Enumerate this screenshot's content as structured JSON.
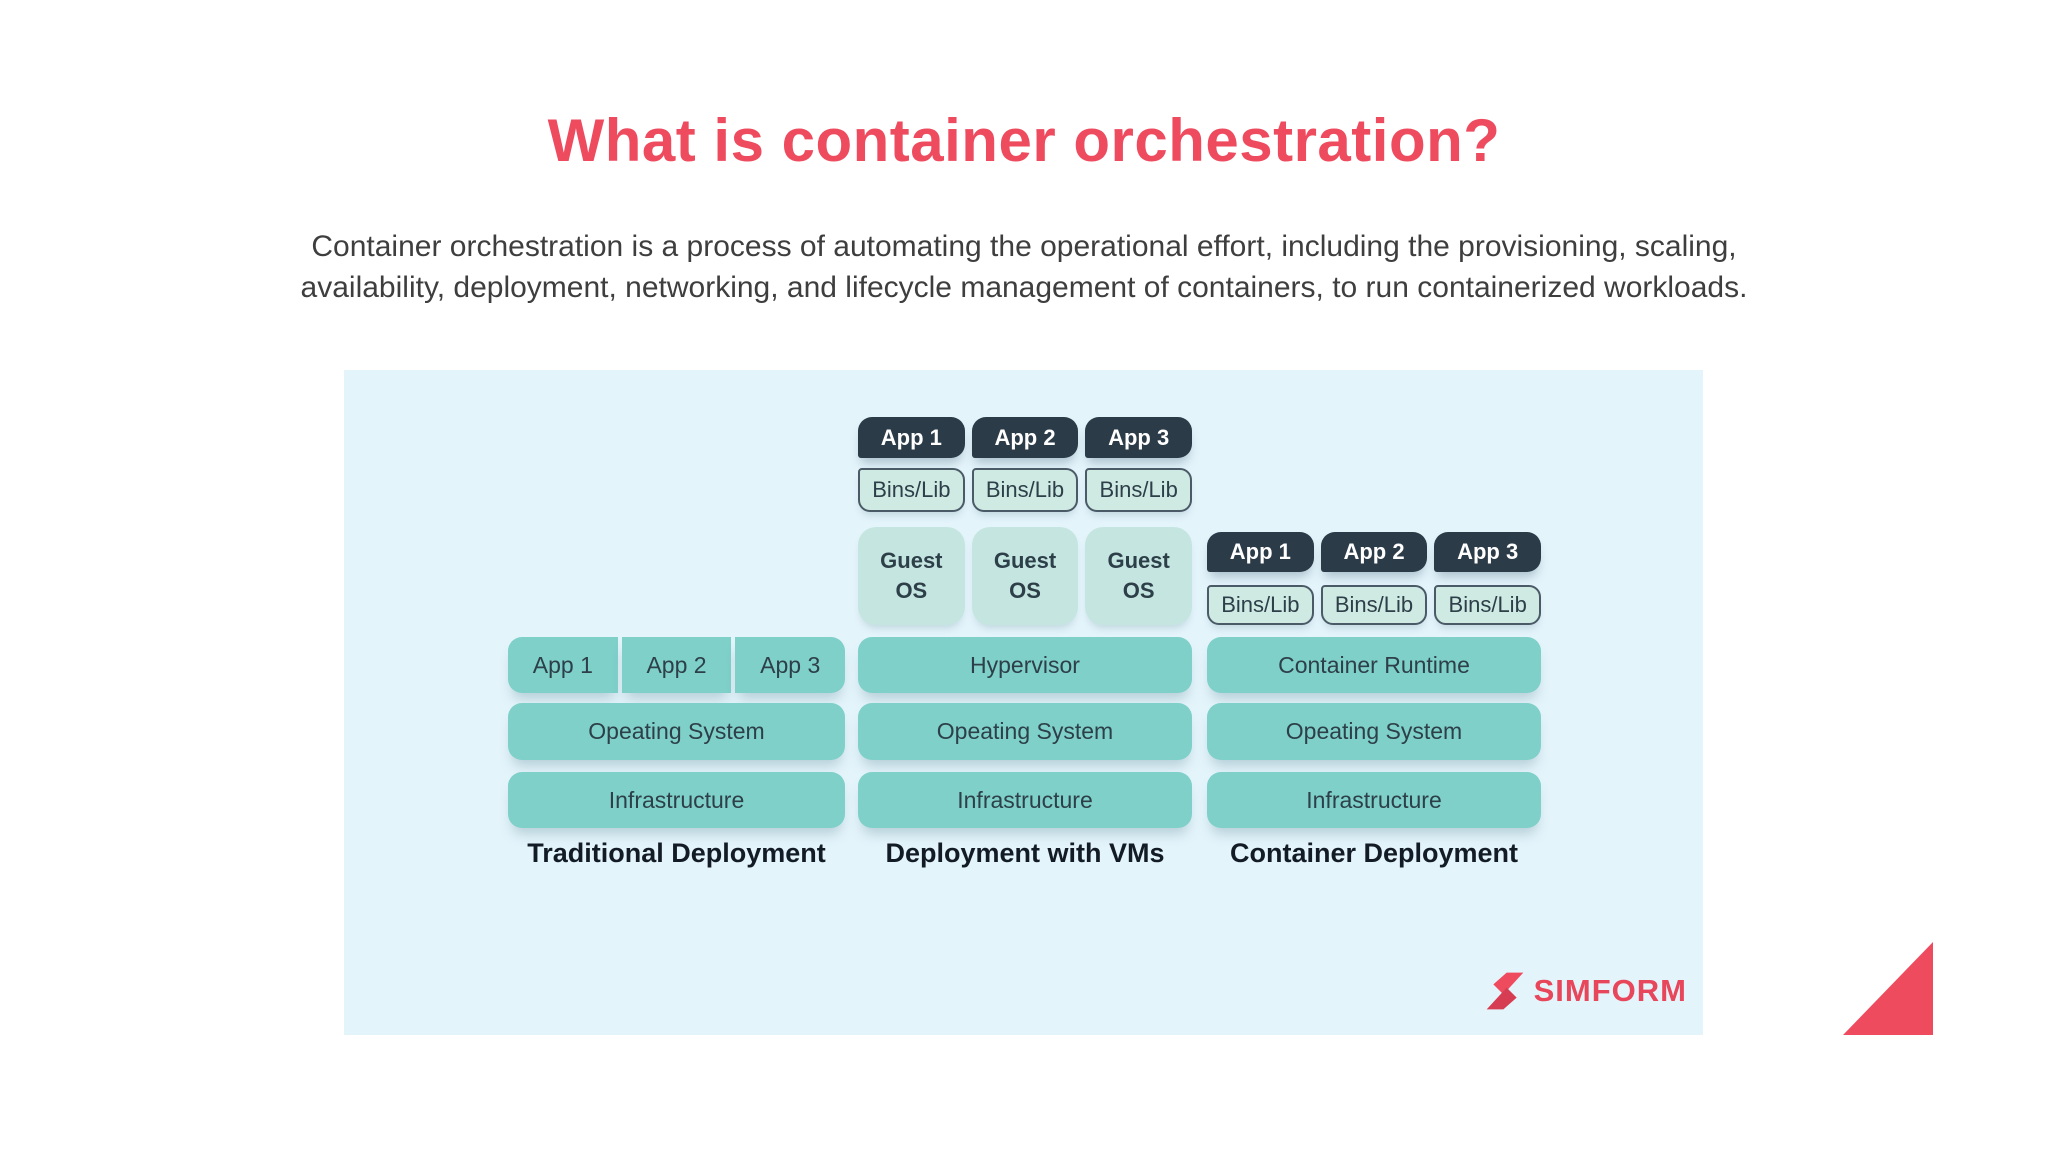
{
  "title": "What is container orchestration?",
  "subtitle": {
    "line1": "Container orchestration is a process of automating the operational effort, including the provisioning, scaling,",
    "line2": "availability, deployment, networking, and lifecycle management of containers, to run containerized workloads."
  },
  "diagram": {
    "traditional": {
      "apps": [
        "App 1",
        "App 2",
        "App 3"
      ],
      "os": "Opeating System",
      "infrastructure": "Infrastructure",
      "label": "Traditional Deployment"
    },
    "vms": {
      "apps": [
        "App 1",
        "App 2",
        "App 3"
      ],
      "bins": [
        "Bins/Lib",
        "Bins/Lib",
        "Bins/Lib"
      ],
      "guest_os": [
        "Guest\nOS",
        "Guest\nOS",
        "Guest\nOS"
      ],
      "hypervisor": "Hypervisor",
      "os": "Opeating System",
      "infrastructure": "Infrastructure",
      "label": "Deployment with VMs"
    },
    "containers": {
      "apps": [
        "App 1",
        "App 2",
        "App 3"
      ],
      "bins": [
        "Bins/Lib",
        "Bins/Lib",
        "Bins/Lib"
      ],
      "runtime": "Container Runtime",
      "os": "Opeating System",
      "infrastructure": "Infrastructure",
      "label": "Container Deployment"
    }
  },
  "logo": {
    "text": "SIMFORM",
    "icon": "simform-s-icon"
  },
  "colors": {
    "accent_red": "#ee4b5f",
    "logo_red": "#e8465a",
    "panel_blue": "#e4f4fb",
    "teal": "#7ed0c9",
    "dark_navy": "#2c3b48",
    "mint_bins": "#cfe9e3",
    "mint_guest": "#c5e6e0",
    "subtitle_grey": "#3e3e3e"
  }
}
